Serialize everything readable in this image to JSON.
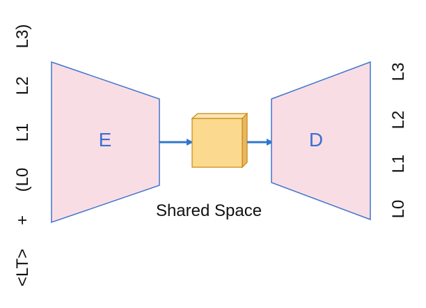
{
  "left_labels": [
    "<LT>",
    "+",
    "(L0",
    "L1",
    "L2",
    "L3)"
  ],
  "right_labels": [
    "L0",
    "L1",
    "L2",
    "L3"
  ],
  "encoder": {
    "label": "E",
    "fill": "#f9dde4",
    "stroke": "#3f74cf"
  },
  "decoder": {
    "label": "D",
    "fill": "#f9dde4",
    "stroke": "#3f74cf"
  },
  "shared_space": {
    "label": "Shared Space",
    "fill": "#fbd98f",
    "stroke": "#c8870e"
  },
  "arrow_color": "#2f77d0"
}
